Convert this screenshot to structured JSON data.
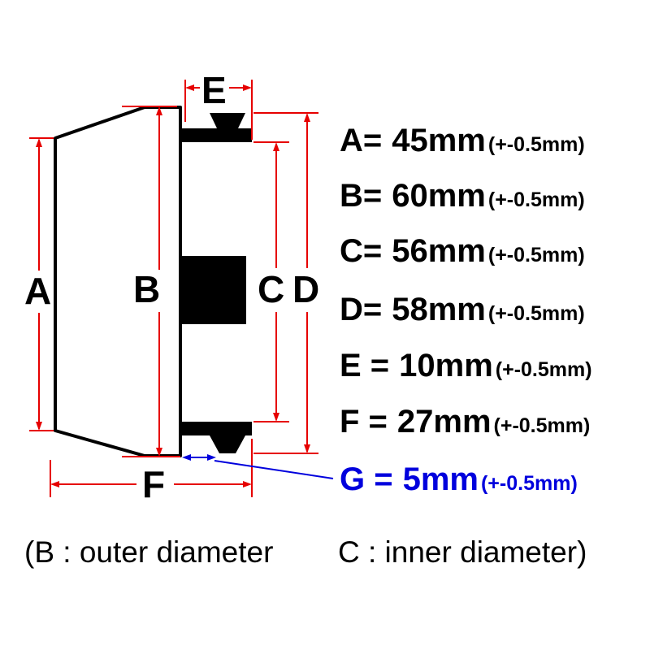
{
  "drawing": {
    "letters": {
      "A": "A",
      "B": "B",
      "C": "C",
      "D": "D",
      "E": "E",
      "F": "F"
    }
  },
  "dimension_list": {
    "rows": [
      {
        "name": "A",
        "prefix": "A=",
        "value": "45mm",
        "tolerance": "(+-0.5mm)"
      },
      {
        "name": "B",
        "prefix": "B=",
        "value": "60mm",
        "tolerance": "(+-0.5mm)"
      },
      {
        "name": "C",
        "prefix": "C=",
        "value": "56mm",
        "tolerance": "(+-0.5mm)"
      },
      {
        "name": "D",
        "prefix": "D=",
        "value": "58mm",
        "tolerance": "(+-0.5mm)"
      },
      {
        "name": "E",
        "prefix": "E =",
        "value": "10mm",
        "tolerance": "(+-0.5mm)"
      },
      {
        "name": "F",
        "prefix": "F =",
        "value": "27mm",
        "tolerance": "(+-0.5mm)"
      },
      {
        "name": "G",
        "prefix": "G =",
        "value": "5mm",
        "tolerance": "(+-0.5mm)"
      }
    ]
  },
  "footer": {
    "left": "(B : outer diameter",
    "right": "C : inner diameter)"
  },
  "colors": {
    "dimension_line": "#e60000",
    "shape": "#000000",
    "g_accent": "#0000dd",
    "background": "#ffffff"
  }
}
